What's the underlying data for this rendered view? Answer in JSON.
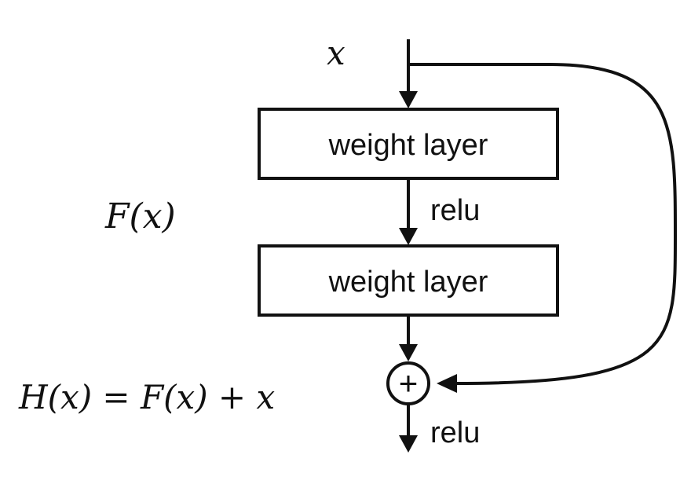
{
  "diagram": {
    "input_label": "x",
    "residual_label": "F(x)",
    "output_expression": "H(x) = F(x) + x",
    "layers": [
      {
        "label": "weight layer"
      },
      {
        "label": "weight layer"
      }
    ],
    "activations": [
      {
        "label": "relu"
      },
      {
        "label": "relu"
      }
    ],
    "sum_symbol": "+"
  }
}
